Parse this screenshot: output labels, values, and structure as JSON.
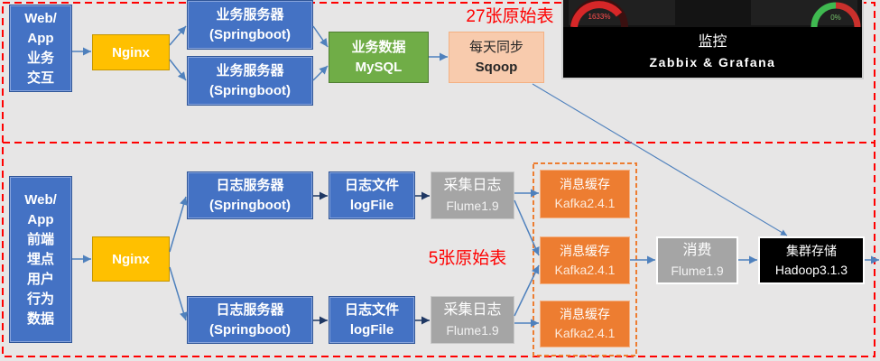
{
  "colors": {
    "background": "#e7e6e6",
    "blue": "#4472c4",
    "yellow": "#ffc000",
    "green": "#70ad47",
    "peach": "#f8cbad",
    "gray": "#a5a5a5",
    "orange": "#ed7d31",
    "black": "#000000",
    "red": "#ff0000",
    "arrow": "#4f81bd",
    "arrow_dark": "#1f3864"
  },
  "business": {
    "source": [
      "Web/",
      "App",
      "业务",
      "交互"
    ],
    "proxy": "Nginx",
    "servers": [
      {
        "title": "业务服务器",
        "subtitle": "(Springboot)"
      },
      {
        "title": "业务服务器",
        "subtitle": "(Springboot)"
      }
    ],
    "database": {
      "title": "业务数据",
      "subtitle": "MySQL"
    },
    "sync": {
      "title": "每天同步",
      "subtitle": "Sqoop"
    },
    "table_note": "27张原始表"
  },
  "monitoring": {
    "title": "监控",
    "subtitle": "Zabbix & Grafana",
    "gauge_readouts": [
      "1633%",
      "0%"
    ]
  },
  "logging": {
    "source": [
      "Web/",
      "App",
      "前端",
      "埋点",
      "用户",
      "行为",
      "数据"
    ],
    "proxy": "Nginx",
    "log_servers": [
      {
        "title": "日志服务器",
        "subtitle": "(Springboot)"
      },
      {
        "title": "日志服务器",
        "subtitle": "(Springboot)"
      }
    ],
    "log_files": [
      {
        "title": "日志文件",
        "subtitle": "logFile"
      },
      {
        "title": "日志文件",
        "subtitle": "logFile"
      }
    ],
    "collectors": [
      {
        "title": "采集日志",
        "subtitle": "Flume1.9"
      },
      {
        "title": "采集日志",
        "subtitle": "Flume1.9"
      }
    ],
    "table_note": "5张原始表",
    "message_queues": [
      {
        "title": "消息缓存",
        "subtitle": "Kafka2.4.1"
      },
      {
        "title": "消息缓存",
        "subtitle": "Kafka2.4.1"
      },
      {
        "title": "消息缓存",
        "subtitle": "Kafka2.4.1"
      }
    ],
    "consumer": {
      "title": "消费",
      "subtitle": "Flume1.9"
    },
    "storage": {
      "title": "集群存储",
      "subtitle": "Hadoop3.1.3"
    }
  }
}
